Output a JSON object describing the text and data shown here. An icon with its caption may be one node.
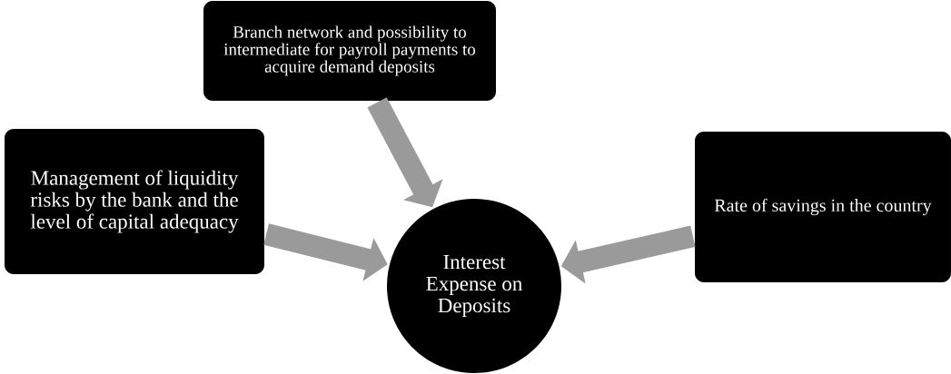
{
  "diagram": {
    "nodes": [
      {
        "text": [
          "Branch network and possibility to intermediate for payroll payments to acquire demand deposits"
        ]
      },
      {
        "text": [
          "Management of liquidity risks by the bank and the level of capital adequacy"
        ]
      },
      {
        "text": [
          "Interest Expense on Deposits"
        ]
      },
      {
        "text": [
          "Rate of savings in the country"
        ]
      }
    ],
    "edges": [
      {
        "from": 0,
        "to": 2,
        "arrow": "to"
      },
      {
        "from": 1,
        "to": 2,
        "arrow": "to"
      },
      {
        "from": 3,
        "to": 2,
        "arrow": "to"
      }
    ]
  }
}
